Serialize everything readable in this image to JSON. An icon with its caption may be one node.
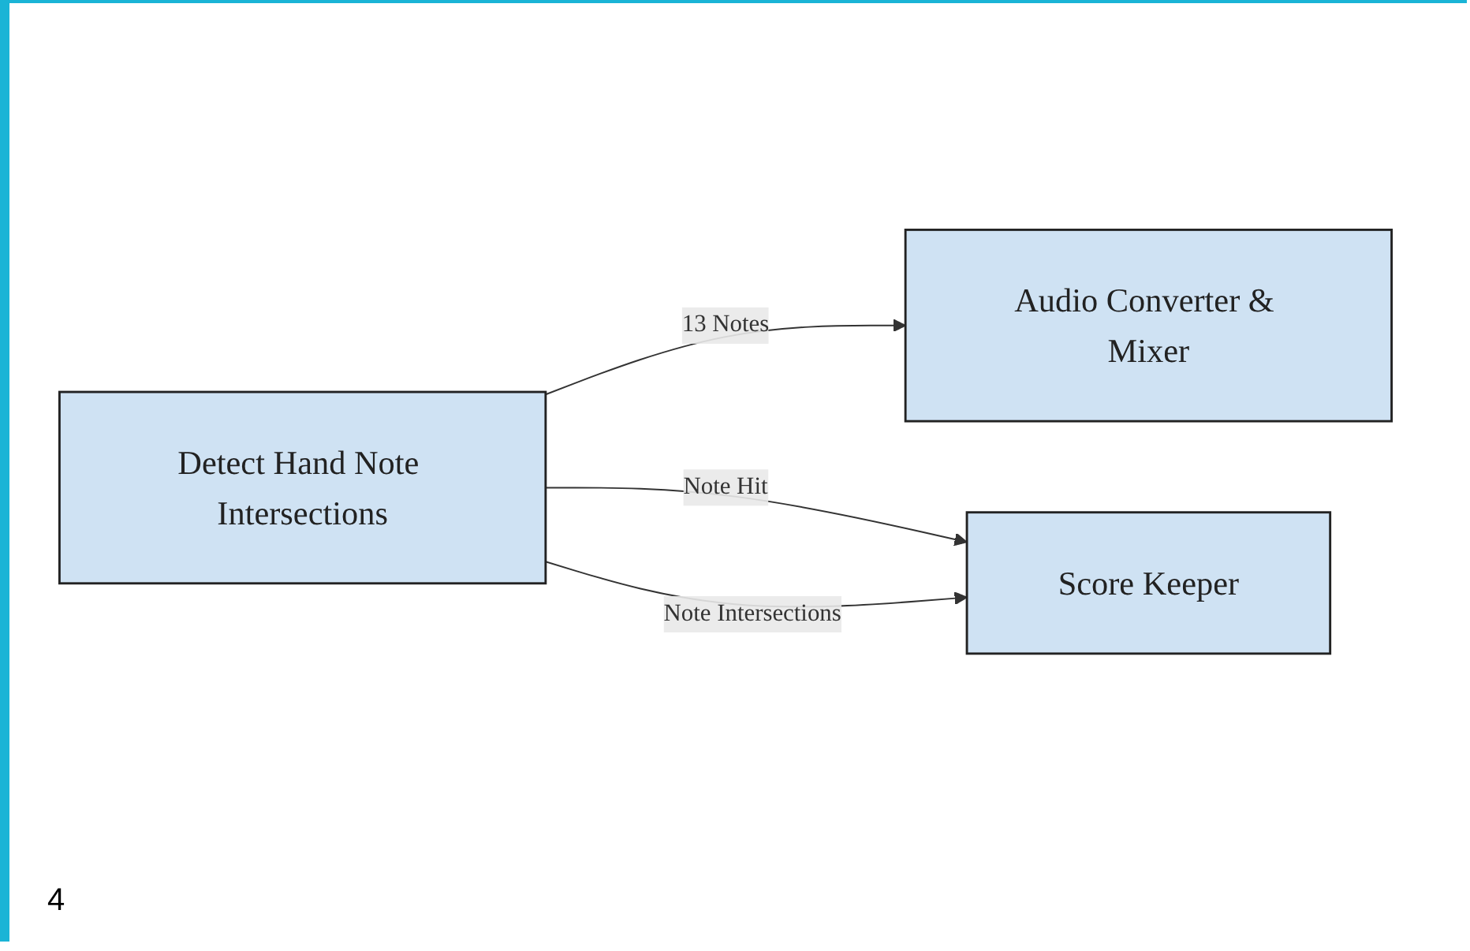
{
  "diagram": {
    "nodes": [
      {
        "text": [
          "Detect Hand Note Intersections"
        ]
      },
      {
        "text": [
          "Audio Converter & Mixer"
        ]
      },
      {
        "text": [
          "Score Keeper"
        ]
      }
    ],
    "edges": [
      {
        "from": 0,
        "to": 1,
        "arrow": "to",
        "label": "13 Notes"
      },
      {
        "from": 0,
        "to": 2,
        "arrow": "to",
        "label": "Note Hit"
      },
      {
        "from": 0,
        "to": 2,
        "arrow": "to",
        "label": "Note Intersections"
      }
    ],
    "labels": [
      "4"
    ]
  }
}
